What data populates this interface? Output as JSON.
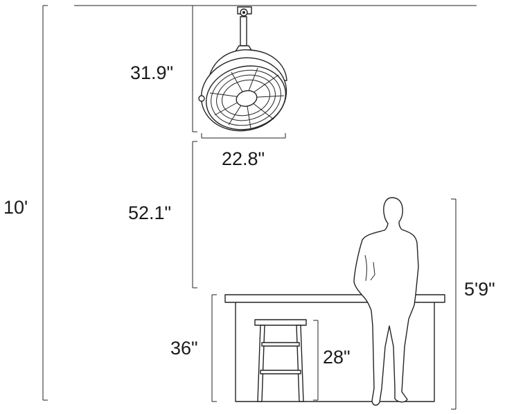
{
  "dimensions": {
    "ceiling_height": "10'",
    "fan_drop": "31.9\"",
    "fan_diameter": "22.8\"",
    "fan_to_counter": "52.1\"",
    "counter_height": "36\"",
    "stool_height": "28\"",
    "person_height": "5'9\""
  },
  "colors": {
    "line": "#222222",
    "background": "#ffffff"
  },
  "icons": [
    "ceiling-fan-icon",
    "person-silhouette-icon",
    "bar-stool-icon",
    "kitchen-island-icon"
  ]
}
